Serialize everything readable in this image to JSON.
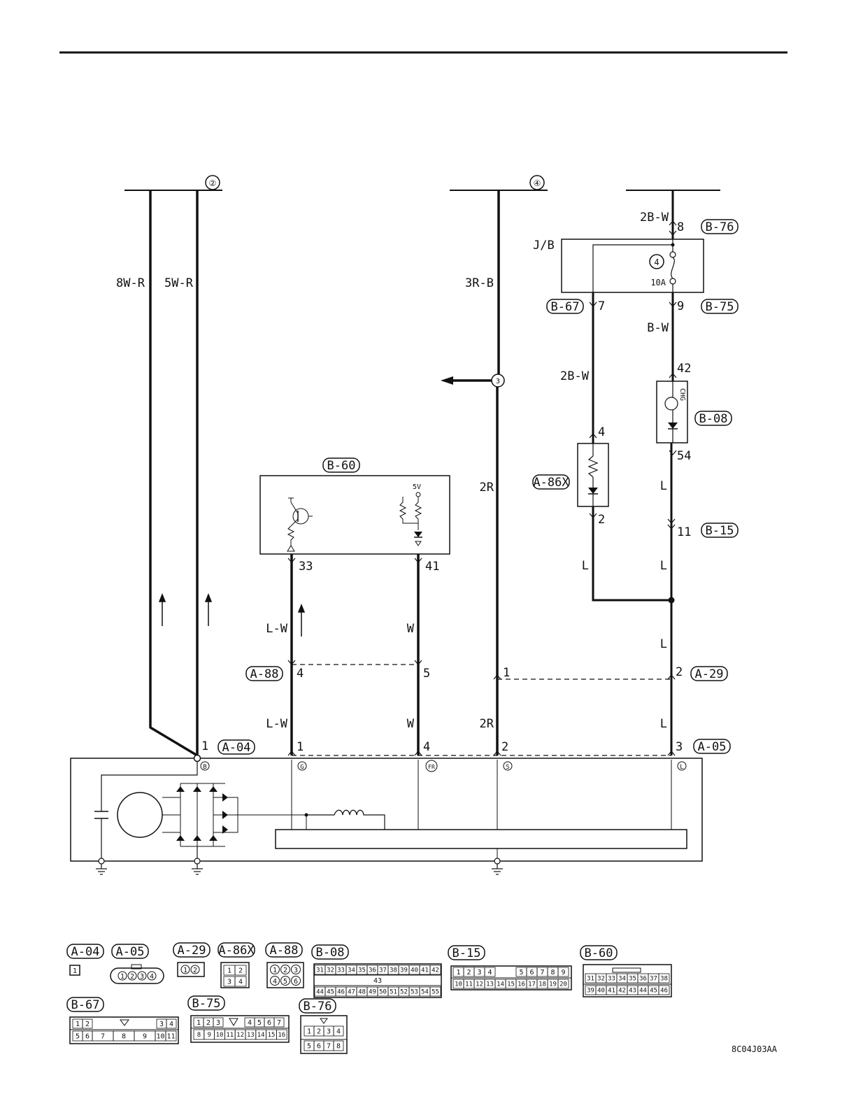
{
  "diagram_code": "8C04J03AA",
  "sheet_refs": {
    "left": "②",
    "middle": "④"
  },
  "wires": {
    "w_8wr": "8W-R",
    "w_5wr": "5W-R",
    "w_3rb": "3R-B",
    "w_2bw_top": "2B-W",
    "w_2bw_mid": "2B-W",
    "w_bw": "B-W",
    "w_2r_upper": "2R",
    "w_2r_lower": "2R",
    "w_lw_upper": "L-W",
    "w_lw_lower": "L-W",
    "w_w_upper": "W",
    "w_w_lower": "W",
    "w_l_a": "L",
    "w_l_b": "L",
    "w_l_c": "L",
    "w_l_d": "L",
    "w_l_e": "L"
  },
  "pins": {
    "b76_8": "8",
    "b67_7": "7",
    "b75_9": "9",
    "b08_42": "42",
    "b08_54": "54",
    "a86_4": "4",
    "a86_2": "2",
    "b15_11": "11",
    "b60_33": "33",
    "b60_41": "41",
    "a88_4": "4",
    "a88_5": "5",
    "a29_1": "1",
    "a29_2": "2",
    "a04_1": "1",
    "a05_1": "1",
    "a05_4": "4",
    "a05_2": "2",
    "a05_3": "3"
  },
  "connectors": {
    "b76": "B-76",
    "b67": "B-67",
    "b75": "B-75",
    "b08": "B-08",
    "b60": "B-60",
    "a86x": "A-86X",
    "b15": "B-15",
    "a88": "A-88",
    "a29": "A-29",
    "a04": "A-04",
    "a05": "A-05"
  },
  "junction_block": {
    "label": "J/B",
    "fuse_no": "4",
    "fuse_rating": "10A"
  },
  "indicator": {
    "label": "CHG"
  },
  "ecu": {
    "voltage": "5V"
  },
  "splice_no": "3",
  "alternator_terminals": {
    "b": "B",
    "g": "G",
    "fr": "FR",
    "s": "S",
    "l": "L"
  },
  "legend": {
    "labels": {
      "a04": "A-04",
      "a05": "A-05",
      "a29": "A-29",
      "a86x": "A-86X",
      "a88": "A-88",
      "b08": "B-08",
      "b15": "B-15",
      "b60": "B-60",
      "b67": "B-67",
      "b75": "B-75",
      "b76": "B-76"
    },
    "a04_pin": "1",
    "a05_pins": [
      "1",
      "2",
      "3",
      "4"
    ],
    "a29_pins": [
      "1",
      "2"
    ],
    "a86x_pins": [
      "1",
      "2",
      "3",
      "4"
    ],
    "a88_pins": [
      "1",
      "2",
      "3",
      "4",
      "5",
      "6"
    ],
    "b08_top": [
      "31",
      "32",
      "33",
      "34",
      "35",
      "36",
      "37",
      "38",
      "39",
      "40",
      "41",
      "42"
    ],
    "b08_mid": "43",
    "b08_bot": [
      "44",
      "45",
      "46",
      "47",
      "48",
      "49",
      "50",
      "51",
      "52",
      "53",
      "54",
      "55"
    ],
    "b15_top": [
      "1",
      "2",
      "3",
      "4",
      "5",
      "6",
      "7",
      "8",
      "9"
    ],
    "b15_bot": [
      "10",
      "11",
      "12",
      "13",
      "14",
      "15",
      "16",
      "17",
      "18",
      "19",
      "20"
    ],
    "b60_top": [
      "31",
      "32",
      "33",
      "34",
      "35",
      "36",
      "37",
      "38"
    ],
    "b60_bot": [
      "39",
      "40",
      "41",
      "42",
      "43",
      "44",
      "45",
      "46"
    ],
    "b67_top": [
      "1",
      "2",
      "3",
      "4"
    ],
    "b67_bot": [
      "5",
      "6",
      "7",
      "8",
      "9",
      "10",
      "11"
    ],
    "b75_top": [
      "1",
      "2",
      "3",
      "4",
      "5",
      "6",
      "7"
    ],
    "b75_bot": [
      "8",
      "9",
      "10",
      "11",
      "12",
      "13",
      "14",
      "15",
      "16"
    ],
    "b76_top": [
      "1",
      "2",
      "3",
      "4"
    ],
    "b76_bot": [
      "5",
      "6",
      "7",
      "8"
    ]
  }
}
